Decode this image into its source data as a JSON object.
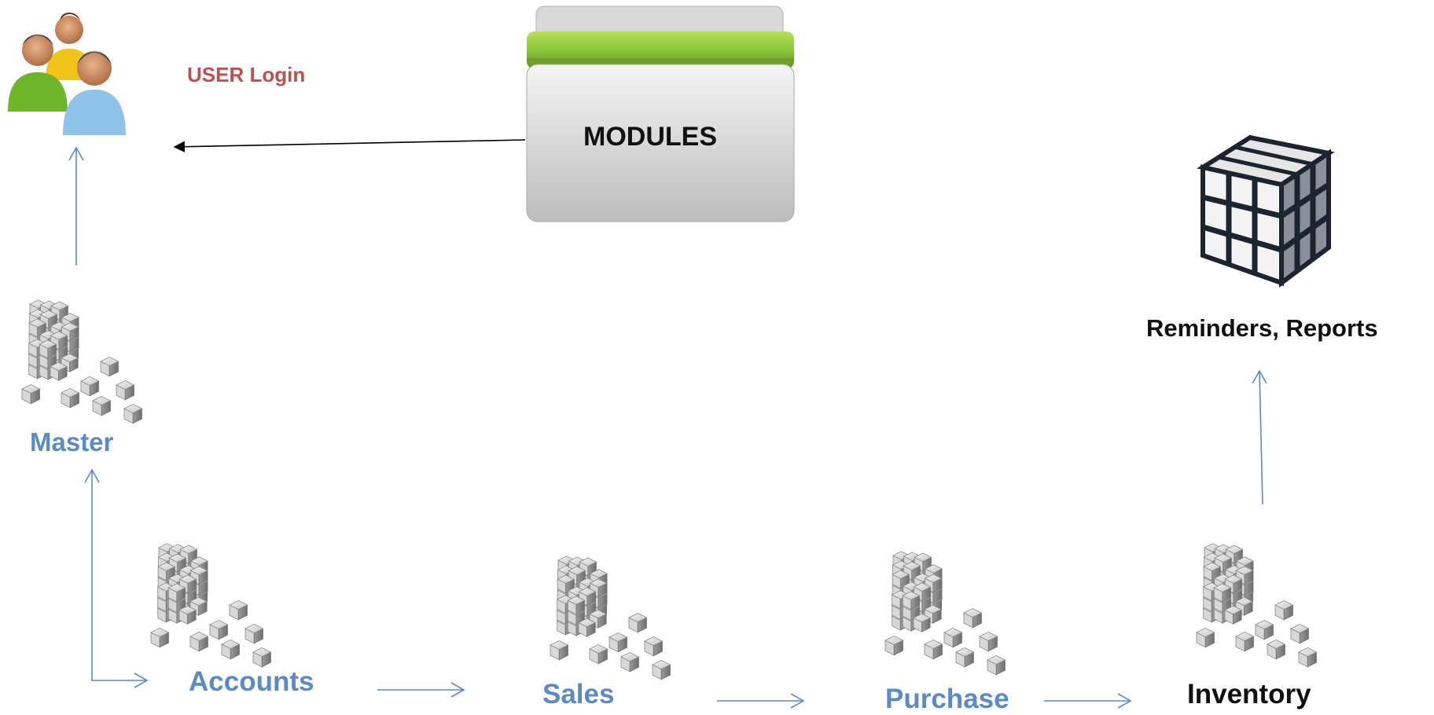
{
  "labels": {
    "user_login": "USER Login",
    "modules": "MODULES",
    "reminders_reports": "Reminders, Reports",
    "master": "Master",
    "accounts": "Accounts",
    "sales": "Sales",
    "purchase": "Purchase",
    "inventory": "Inventory"
  },
  "colors": {
    "module_label": "#5b8ac8",
    "login_label": "#c0504d",
    "arrow_blue": "#5b8ac8",
    "arrow_black": "#000000",
    "folder_green": "#8cc63f"
  },
  "icons": {
    "users": "users-group-icon",
    "modules": "folder-icon",
    "reports": "rubiks-cube-icon",
    "module_blocks": "cube-blocks-icon"
  }
}
